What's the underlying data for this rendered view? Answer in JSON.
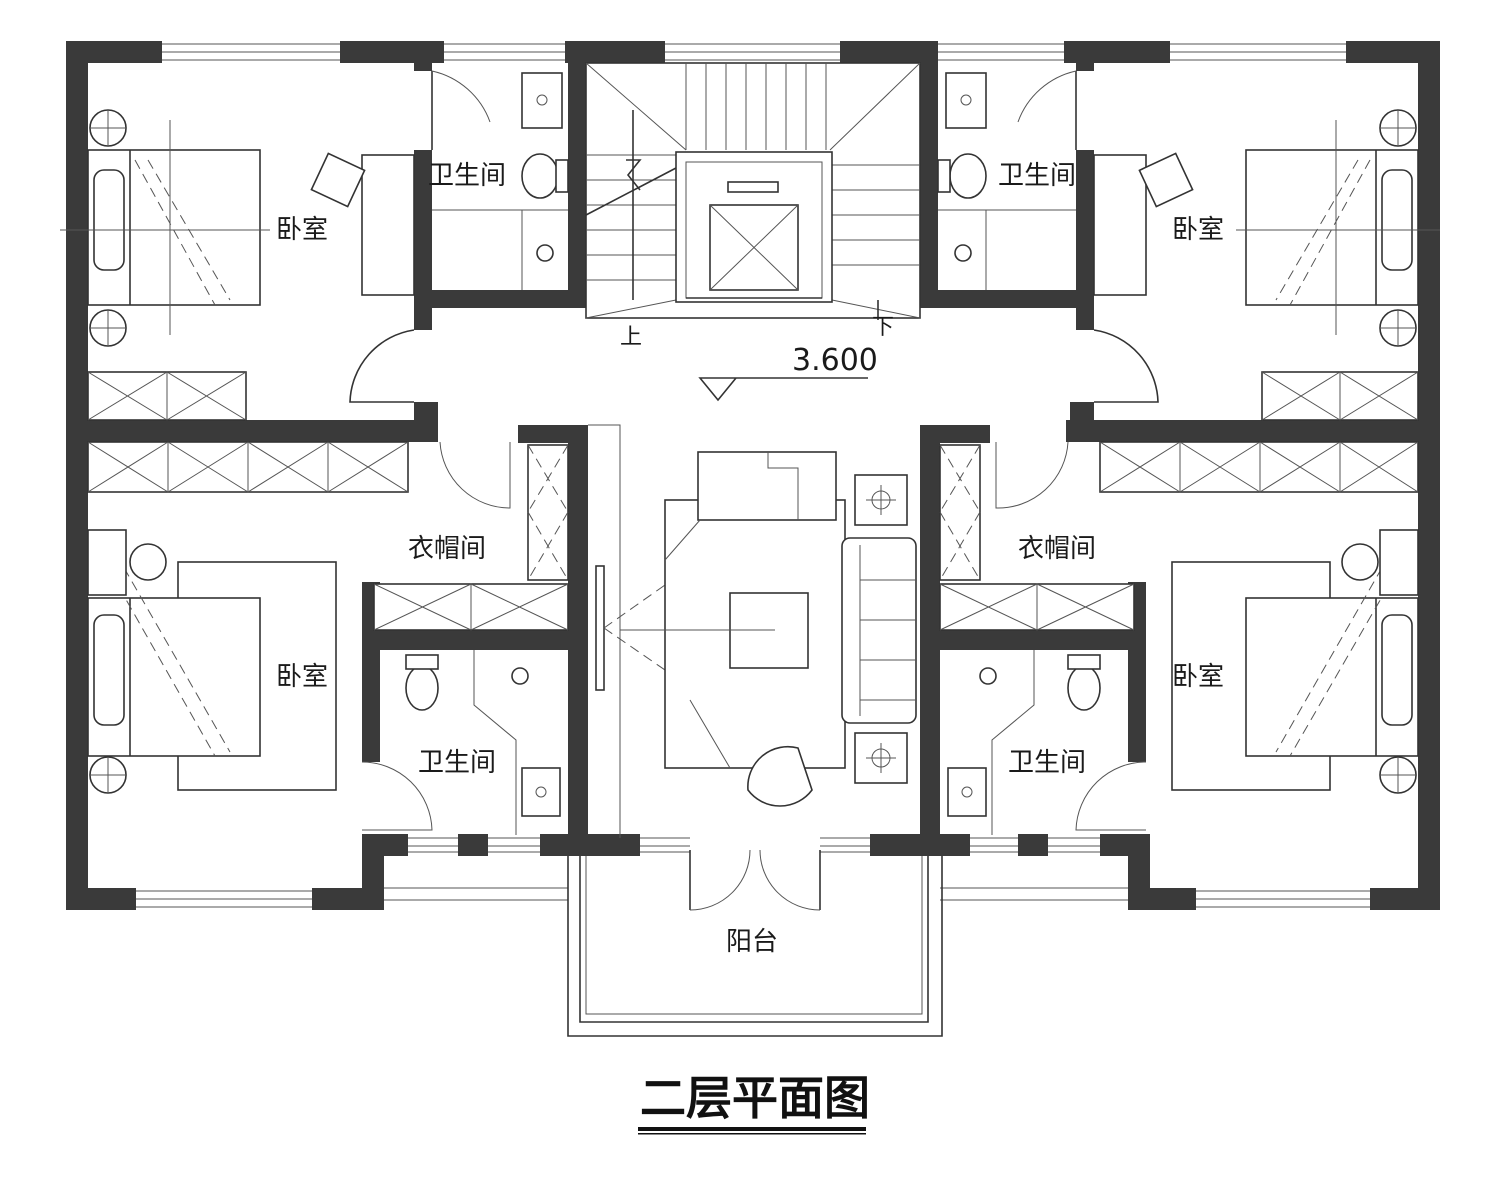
{
  "plan": {
    "title": "二层平面图",
    "elevation": "3.600",
    "stair_up": "上",
    "stair_down": "下",
    "rooms": {
      "bedroom_tl": "卧室",
      "bedroom_tr": "卧室",
      "bedroom_bl": "卧室",
      "bedroom_br": "卧室",
      "bath_tl": "卫生间",
      "bath_tr": "卫生间",
      "bath_bl": "卫生间",
      "bath_br": "卫生间",
      "closet_l": "衣帽间",
      "closet_r": "衣帽间",
      "balcony": "阳台"
    },
    "colors": {
      "wall": "#3a3a3a",
      "line": "#333333",
      "background": "#ffffff"
    }
  }
}
